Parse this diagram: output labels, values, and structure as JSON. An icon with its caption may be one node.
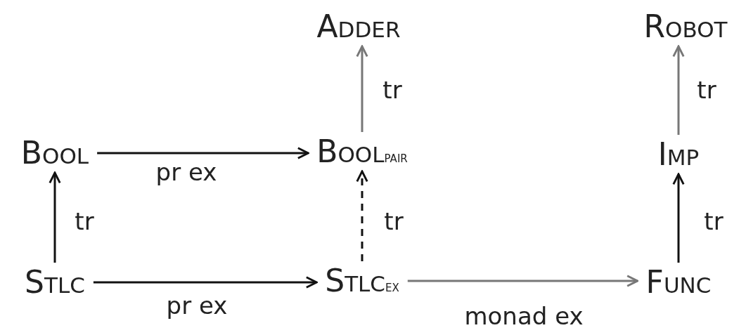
{
  "diagram": {
    "nodes": [
      {
        "text": [
          "Adder"
        ]
      },
      {
        "text": [
          "Robot"
        ]
      },
      {
        "text": [
          "Bool"
        ]
      },
      {
        "text": [
          "Bool$_{pair}$"
        ]
      },
      {
        "text": [
          "Imp"
        ]
      },
      {
        "text": [
          "Stlc"
        ]
      },
      {
        "text": [
          "Stlc$_{ex}$"
        ]
      },
      {
        "text": [
          "Func"
        ]
      }
    ],
    "edges": [
      {
        "from": 2,
        "to": 3,
        "arrow": "to",
        "label": "pr ex"
      },
      {
        "from": 5,
        "to": 2,
        "arrow": "to",
        "label": "tr"
      },
      {
        "from": 5,
        "to": 6,
        "arrow": "to",
        "label": "pr ex"
      },
      {
        "from": 6,
        "to": 3,
        "arrow": "to",
        "label": "tr",
        "style": "dashed"
      },
      {
        "from": 3,
        "to": 0,
        "arrow": "to",
        "label": "tr",
        "color": "#777777"
      },
      {
        "from": 6,
        "to": 7,
        "arrow": "to",
        "label": "monad ex",
        "color": "#777777"
      },
      {
        "from": 7,
        "to": 4,
        "arrow": "to",
        "label": "tr"
      },
      {
        "from": 4,
        "to": 1,
        "arrow": "to",
        "label": "tr",
        "color": "#777777"
      }
    ]
  }
}
